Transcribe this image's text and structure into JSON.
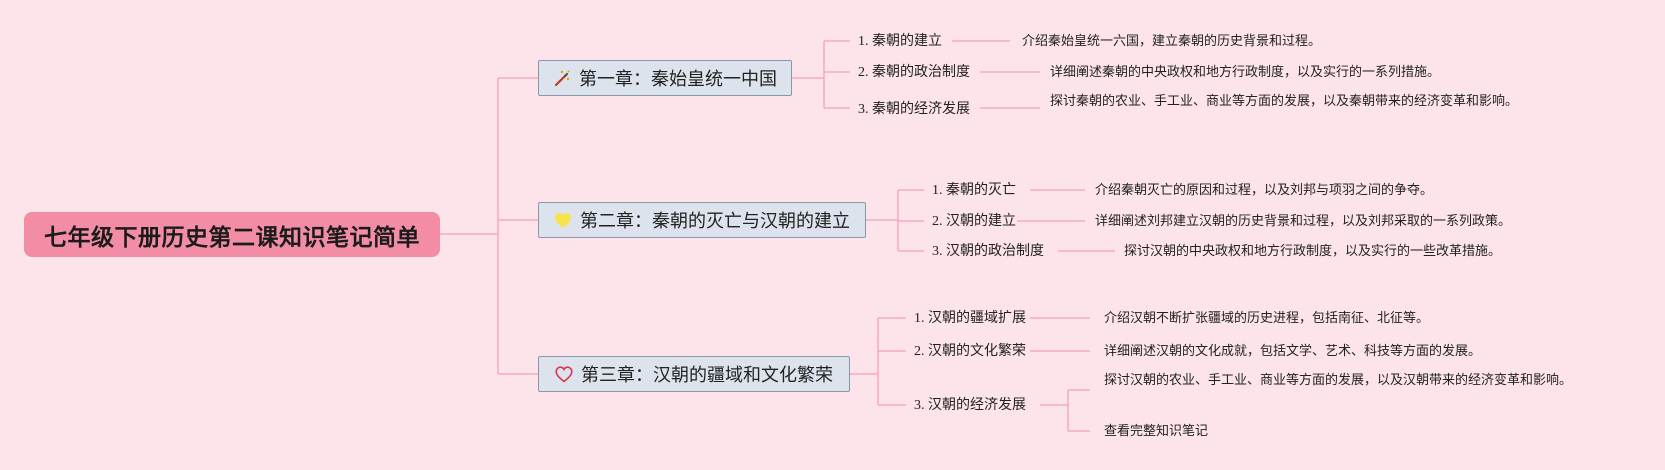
{
  "root": {
    "title": "七年级下册历史第二课知识笔记简单"
  },
  "chapters": [
    {
      "icon": "magic-wand-icon",
      "title": "第一章：秦始皇统一中国",
      "items": [
        {
          "label": "1. 秦朝的建立",
          "desc": "介绍秦始皇统一六国，建立秦朝的历史背景和过程。"
        },
        {
          "label": "2. 秦朝的政治制度",
          "desc": "详细阐述秦朝的中央政权和地方行政制度，以及实行的一系列措施。"
        },
        {
          "label": "3. 秦朝的经济发展",
          "desc": "探讨秦朝的农业、手工业、商业等方面的发展，以及秦朝带来的经济变革和影响。"
        }
      ]
    },
    {
      "icon": "yellow-heart-icon",
      "title": "第二章：秦朝的灭亡与汉朝的建立",
      "items": [
        {
          "label": "1. 秦朝的灭亡",
          "desc": "介绍秦朝灭亡的原因和过程，以及刘邦与项羽之间的争夺。"
        },
        {
          "label": "2. 汉朝的建立",
          "desc": "详细阐述刘邦建立汉朝的历史背景和过程，以及刘邦采取的一系列政策。"
        },
        {
          "label": "3. 汉朝的政治制度",
          "desc": "探讨汉朝的中央政权和地方行政制度，以及实行的一些改革措施。"
        }
      ]
    },
    {
      "icon": "heart-outline-icon",
      "title": "第三章：汉朝的疆域和文化繁荣",
      "items": [
        {
          "label": "1. 汉朝的疆域扩展",
          "desc": "介绍汉朝不断扩张疆域的历史进程，包括南征、北征等。"
        },
        {
          "label": "2. 汉朝的文化繁荣",
          "desc": "详细阐述汉朝的文化成就，包括文学、艺术、科技等方面的发展。"
        },
        {
          "label": "3. 汉朝的经济发展",
          "desc": "探讨汉朝的农业、手工业、商业等方面的发展，以及汉朝带来的经济变革和影响。",
          "extra": "查看完整知识笔记"
        }
      ]
    }
  ],
  "colors": {
    "background": "#fde4ea",
    "root": "#f28da5",
    "chapter": "#dde3ed",
    "line": "#f4a0b8"
  }
}
